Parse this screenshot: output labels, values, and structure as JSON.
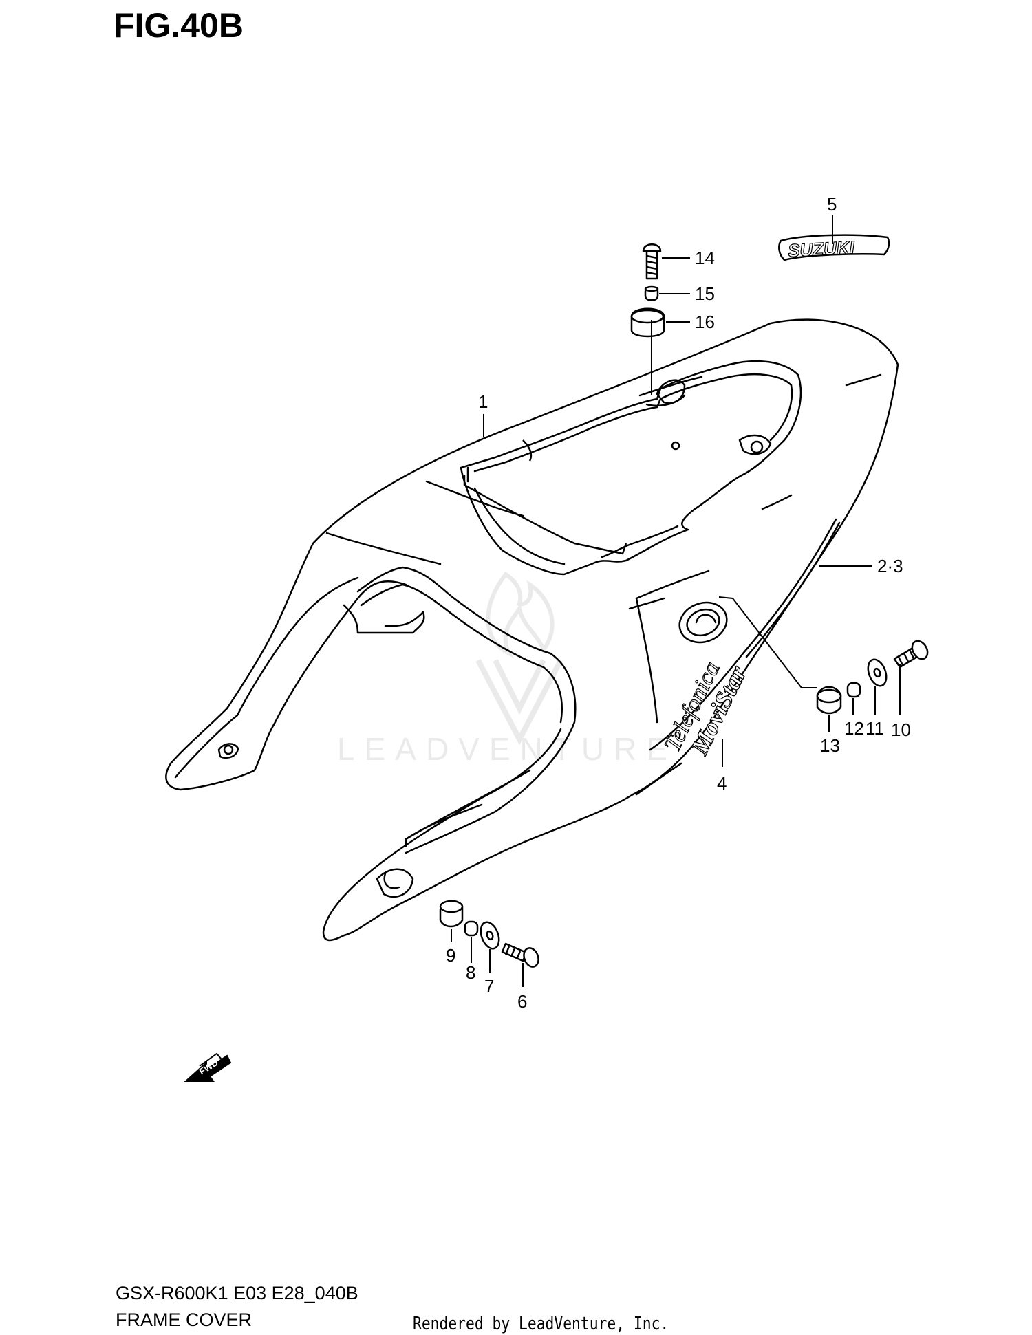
{
  "figure": {
    "title": "FIG.40B",
    "model_code": "GSX-R600K1 E03 E28_040B",
    "section_title": "FRAME COVER"
  },
  "watermark": {
    "text": "LEADVENTURE",
    "color": "#d9d9d9"
  },
  "credit": "Rendered by LeadVenture, Inc.",
  "decals": {
    "suzuki": "SUZUKI",
    "telefonica": "Telefonica",
    "movistar": "MoviStar",
    "fwd": "FWD"
  },
  "callouts": {
    "c1": "1",
    "c2_3": "2·3",
    "c4": "4",
    "c5": "5",
    "c6": "6",
    "c7": "7",
    "c8": "8",
    "c9": "9",
    "c10": "10",
    "c11": "11",
    "c12": "12",
    "c13": "13",
    "c14": "14",
    "c15": "15",
    "c16": "16"
  }
}
